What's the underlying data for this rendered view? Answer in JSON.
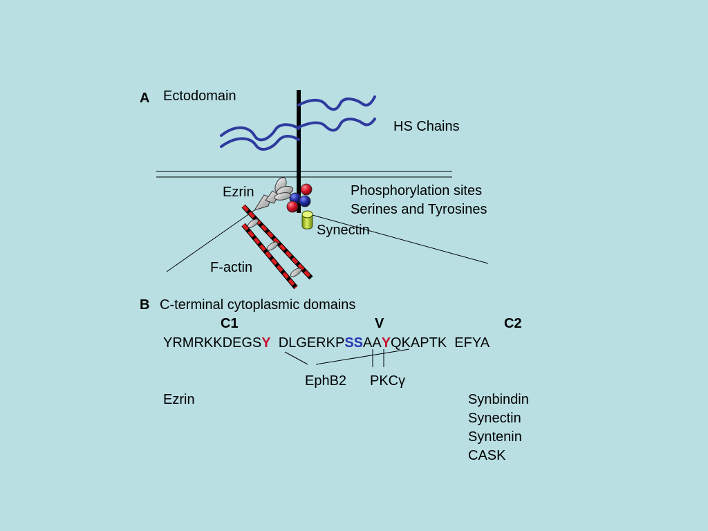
{
  "panel_a": {
    "letter": "A",
    "ectodomain": "Ectodomain",
    "hs_chains": "HS Chains",
    "ezrin": "Ezrin",
    "phospho_line1": "Phosphorylation sites",
    "phospho_line2": "Serines and Tyrosines",
    "synectin": "Synectin",
    "factin": "F-actin"
  },
  "panel_b": {
    "letter": "B",
    "title": "C-terminal cytoplasmic domains",
    "c1": "C1",
    "v": "V",
    "c2": "C2",
    "seq_1": "YRMRKKDEGS",
    "seq_y1": "Y",
    "seq_2": "DLGERKP",
    "seq_ss": "SS",
    "seq_aa": "AA",
    "seq_y2": "Y",
    "seq_3": "QKAPTK",
    "seq_4": "EFYA",
    "ephb2": "EphB2",
    "pkc": "PKC",
    "pkc_greek": "γ",
    "ezrin": "Ezrin",
    "partners": [
      "Synbindin",
      "Synectin",
      "Syntenin",
      "CASK"
    ]
  },
  "colors": {
    "background": "#b9dfe3",
    "hs_chain": "#2e3a9e",
    "phospho_red": "#c8102e",
    "phospho_blue": "#1f2a8c",
    "synectin": "#a8c820",
    "actin_red": "#d81e1e"
  }
}
